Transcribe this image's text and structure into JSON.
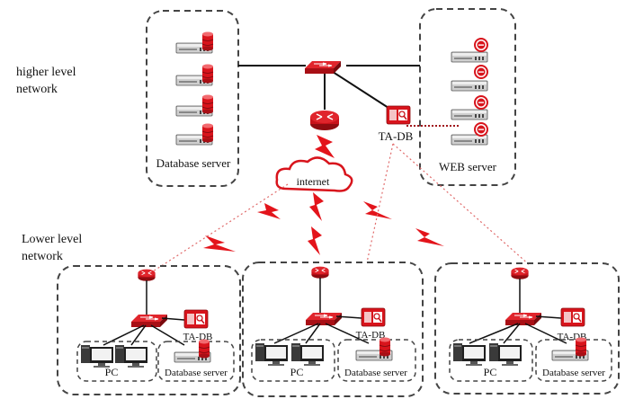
{
  "side_labels": {
    "higher": [
      "higher level",
      "network"
    ],
    "lower": [
      "Lower level",
      "network"
    ]
  },
  "top": {
    "database_server": "Database server",
    "web_server": "WEB server",
    "ta_db": "TA-DB",
    "internet": "internet"
  },
  "branches": [
    {
      "ta_db": "TA-DB",
      "pc": "PC",
      "database_server": "Database server"
    },
    {
      "ta_db": "TA-DB",
      "pc": "PC",
      "database_server": "Database server"
    },
    {
      "ta_db": "TA-DB",
      "pc": "PC",
      "database_server": "Database server"
    }
  ],
  "icons": {
    "switch": "switch-icon",
    "router": "router-icon",
    "ta_db_device": "ta-db-device-icon",
    "db_server": "database-server-icon",
    "web_server": "web-server-icon",
    "pc": "pc-icon",
    "cloud": "cloud-icon",
    "lightning": "lightning-bolt-icon"
  },
  "colors": {
    "device_red": "#d8141c",
    "lightning_red": "#e3141b",
    "dotted_link": "#e06a6a",
    "dashed_border": "#444444"
  }
}
